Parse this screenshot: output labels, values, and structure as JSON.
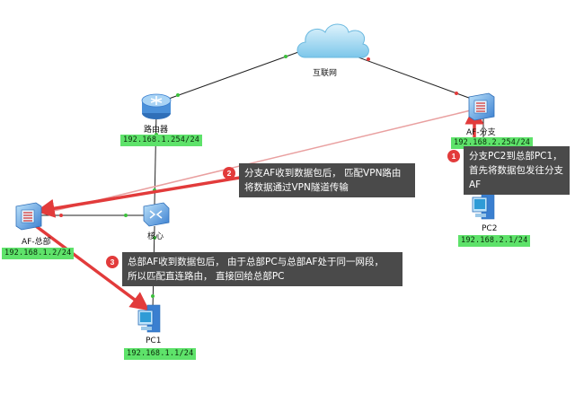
{
  "nodes": {
    "cloud": {
      "label": "互联网"
    },
    "router": {
      "label": "路由器",
      "ip": "192.168.1.254/24"
    },
    "af_branch": {
      "label": "AF-分支",
      "ip": "192.168.2.254/24"
    },
    "af_hq": {
      "label": "AF-总部",
      "ip": "192.168.1.2/24"
    },
    "core": {
      "label": "核心"
    },
    "pc1": {
      "label": "PC1",
      "ip": "192.168.1.1/24"
    },
    "pc2": {
      "label": "PC2",
      "ip": "192.168.2.1/24"
    }
  },
  "notes": {
    "n1": {
      "badge": "1",
      "line1": "分支PC2到总部PC1，",
      "line2": "首先将数据包发往分支",
      "line3": "AF"
    },
    "n2": {
      "badge": "2",
      "line1": "分支AF收到数据包后， 匹配VPN路由",
      "line2": "将数据通过VPN隧道传输"
    },
    "n3": {
      "badge": "3",
      "line1": "总部AF收到数据包后， 由于总部PC与总部AF处于同一网段，",
      "line2": "所以匹配直连路由， 直接回给总部PC"
    }
  },
  "colors": {
    "link": "#222222",
    "arrow": "#e23b3b",
    "ip_bg": "#5ee26a",
    "note_bg": "#4a4a4a",
    "device": "#3a7fd0"
  }
}
